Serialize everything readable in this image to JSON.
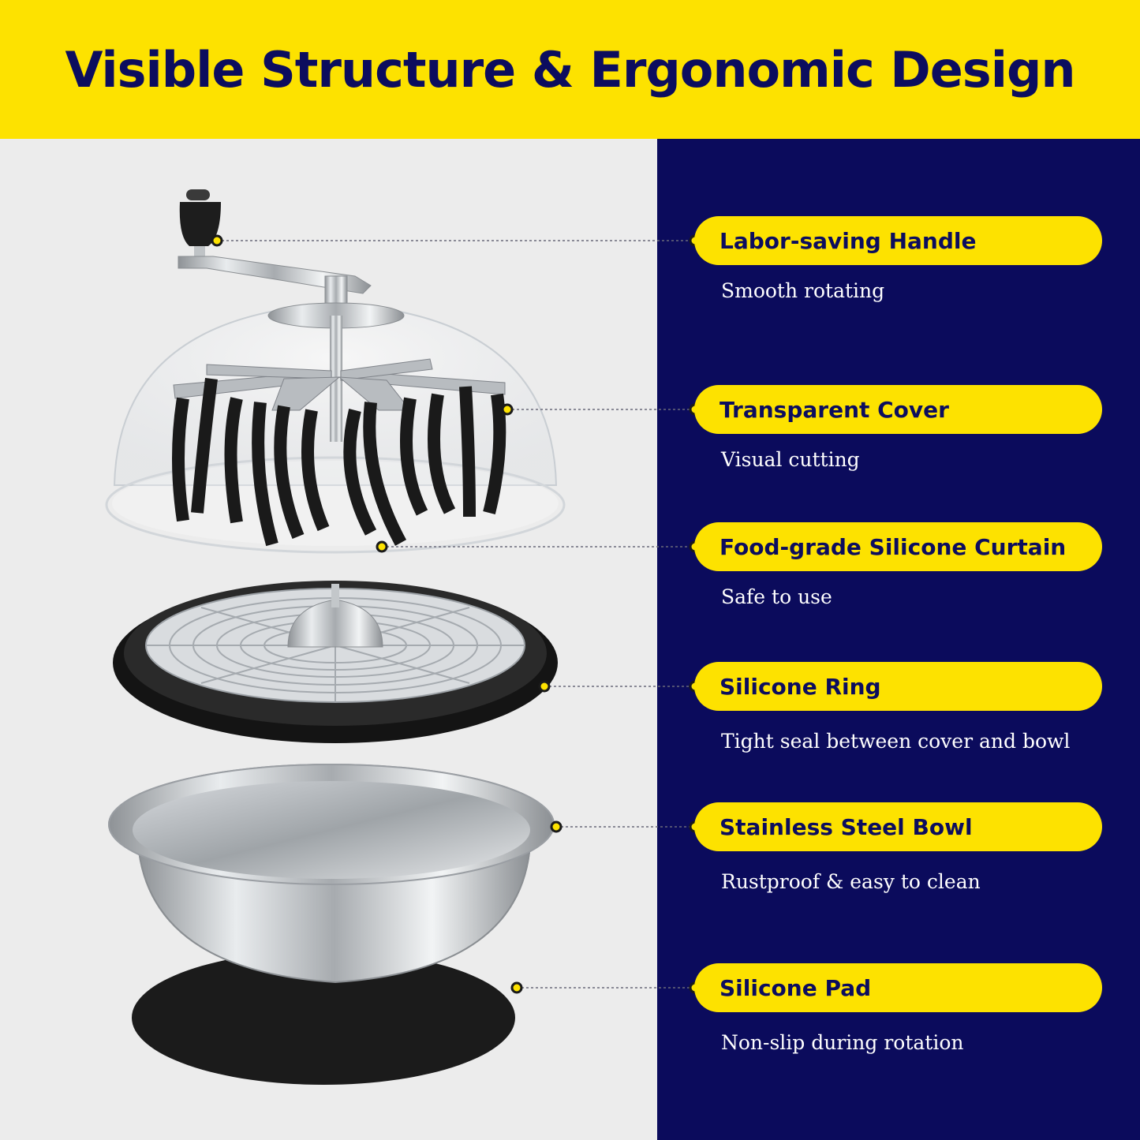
{
  "header": {
    "title": "Visible Structure & Ergonomic Design"
  },
  "colors": {
    "accent_yellow": "#fde200",
    "navy": "#0b0b5c",
    "panel_light": "#ececec"
  },
  "features": [
    {
      "title": "Labor-saving Handle",
      "description": "Smooth rotating"
    },
    {
      "title": "Transparent Cover",
      "description": "Visual cutting"
    },
    {
      "title": "Food-grade Silicone Curtain",
      "description": "Safe to use"
    },
    {
      "title": "Silicone Ring",
      "description": "Tight seal between cover and bowl"
    },
    {
      "title": "Stainless Steel Bowl",
      "description": "Rustproof & easy to clean"
    },
    {
      "title": "Silicone Pad",
      "description": "Non-slip during rotation"
    }
  ]
}
